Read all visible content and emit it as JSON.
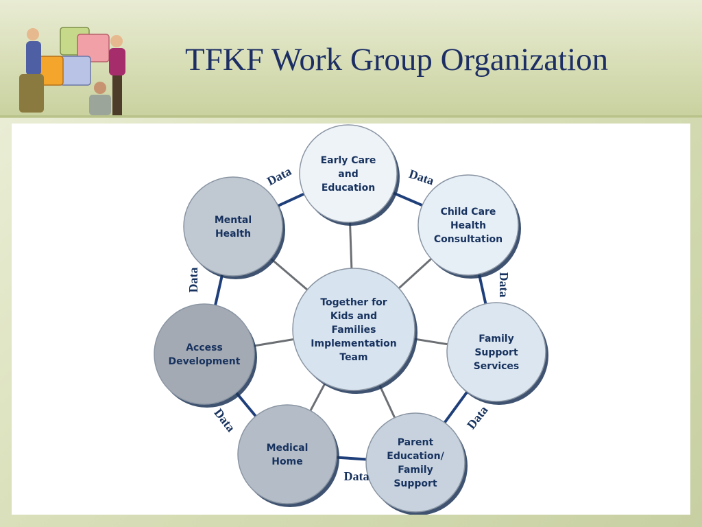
{
  "title": "TFKF Work Group Organization",
  "clipart": {
    "icon": "puzzle-team-icon"
  },
  "diagram": {
    "center": {
      "label": "Together for Kids and Families Implementation Team"
    },
    "nodes": [
      {
        "id": "early-care",
        "lines": [
          "Early Care",
          "and",
          "Education"
        ],
        "fill": "#eef3f8"
      },
      {
        "id": "child-care-health",
        "lines": [
          "Child Care",
          "Health",
          "Consultation"
        ],
        "fill": "#e6eef6"
      },
      {
        "id": "family-support",
        "lines": [
          "Family",
          "Support",
          "Services"
        ],
        "fill": "#dbe6f0"
      },
      {
        "id": "parent-education",
        "lines": [
          "Parent",
          "Education/",
          "Family",
          "Support"
        ],
        "fill": "#c7d2de"
      },
      {
        "id": "medical-home",
        "lines": [
          "Medical",
          "Home"
        ],
        "fill": "#b4bcc7"
      },
      {
        "id": "access-development",
        "lines": [
          "Access",
          "Development"
        ],
        "fill": "#a4aab3"
      },
      {
        "id": "mental-health",
        "lines": [
          "Mental",
          "Health"
        ],
        "fill": "#c0c8d2"
      }
    ],
    "center_lines": [
      "Together for",
      "Kids and",
      "Families",
      "Implementation",
      "Team"
    ],
    "data_labels": [
      "Data",
      "Data",
      "Data",
      "Data",
      "Data",
      "Data",
      "Data"
    ],
    "colors": {
      "text": "#17325e",
      "ring": "#1f3f7a",
      "spoke": "#6b6f73",
      "title": "#1c2e64"
    }
  }
}
